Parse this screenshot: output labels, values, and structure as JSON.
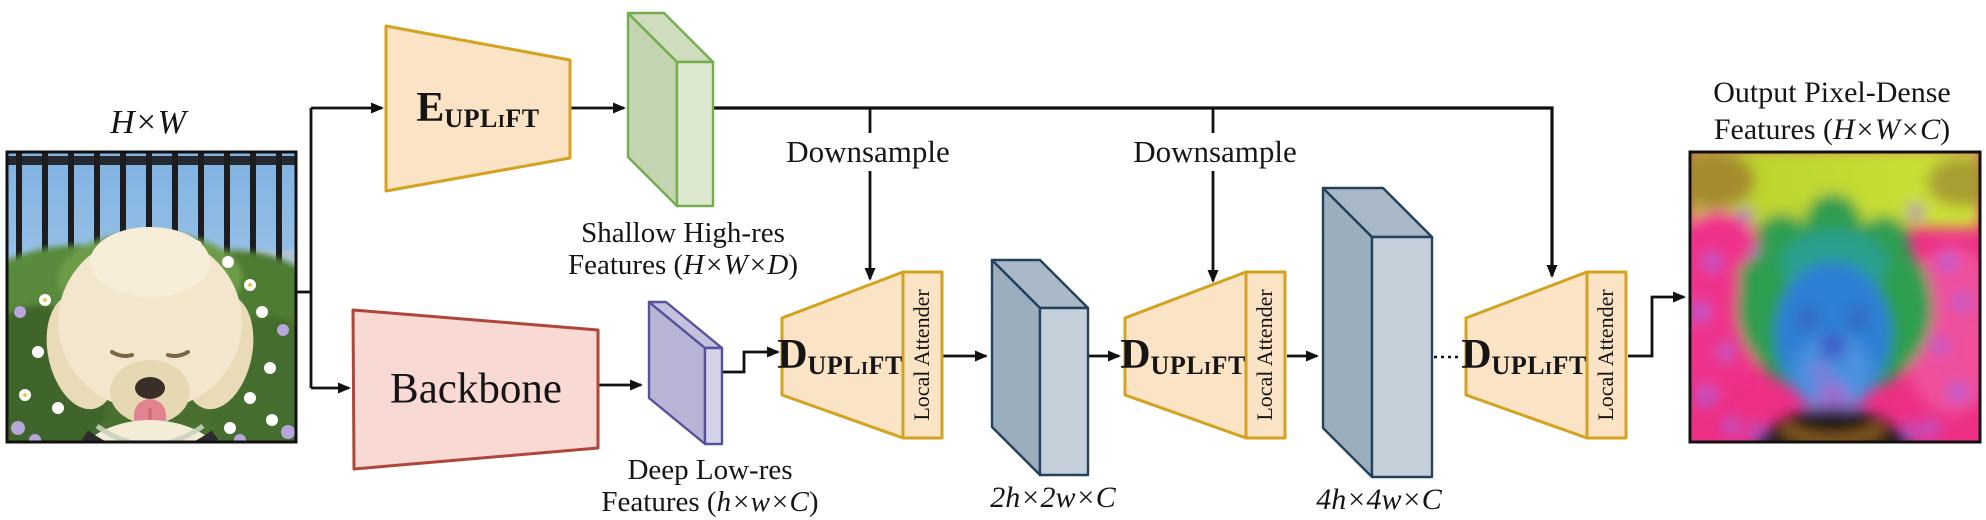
{
  "input_image": {
    "label": "H×W"
  },
  "encoder": {
    "symbol": "E",
    "subscript": "UPLiFT"
  },
  "backbone": {
    "label": "Backbone"
  },
  "shallow_feat": {
    "line1": "Shallow High-res",
    "line2_pre": "Features (",
    "line2_math": "H×W×D",
    "line2_post": ")"
  },
  "deep_feat": {
    "line1": "Deep Low-res",
    "line2_pre": "Features (",
    "line2_math": "h×w×C",
    "line2_post": ")"
  },
  "downsample_labels": [
    "Downsample",
    "Downsample"
  ],
  "decoders": [
    {
      "symbol": "D",
      "subscript": "UPLiFT",
      "attender": "Local Attender"
    },
    {
      "symbol": "D",
      "subscript": "UPLiFT",
      "attender": "Local Attender"
    },
    {
      "symbol": "D",
      "subscript": "UPLiFT",
      "attender": "Local Attender"
    }
  ],
  "feature_dims": [
    "2h×2w×C",
    "4h×4w×C"
  ],
  "output_feat": {
    "line1": "Output Pixel-Dense",
    "line2_pre": "Features (",
    "line2_math": "H×W×C",
    "line2_post": ")"
  },
  "colors": {
    "block_fill": "#fbe4c5",
    "block_stroke": "#d4a21f",
    "backbone_fill": "#f8d9d3",
    "backbone_stroke": "#b2453a",
    "green_main": "#c3d5b0",
    "green_side": "#dde8d0",
    "green_top": "#cfddbe",
    "green_stroke": "#74ac50",
    "purple_main": "#b7b4d5",
    "purple_side": "#d4d3e8",
    "purple_top": "#c3c1dd",
    "purple_stroke": "#55519b",
    "blue_main": "#9cadbe",
    "blue_side": "#c6d0da",
    "blue_top": "#a9b9c8",
    "blue_stroke": "#24415e",
    "line": "#111111"
  }
}
